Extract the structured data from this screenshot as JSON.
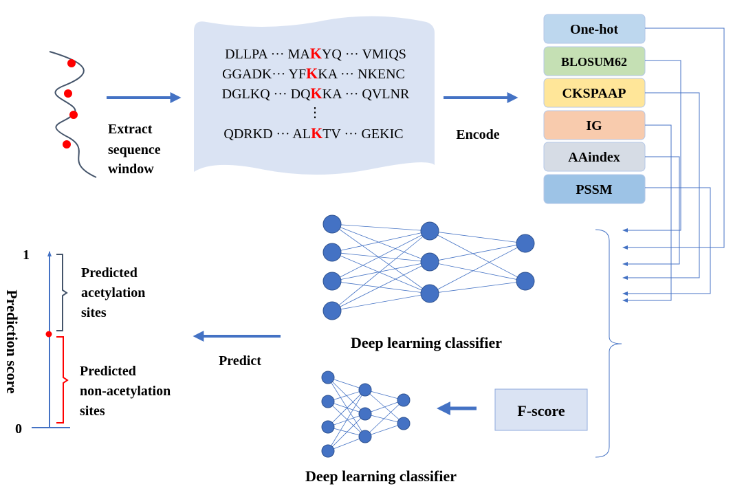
{
  "extract_label": [
    "Extract",
    "sequence",
    "window"
  ],
  "sequences": [
    {
      "left": "DLLPA ··· MA",
      "k": "K",
      "right": "YQ ··· VMIQS"
    },
    {
      "left": "GGADK··· YF",
      "k": "K",
      "right": "KA ··· NKENC"
    },
    {
      "left": "DGLKQ ··· DQ",
      "k": "K",
      "right": "KA ··· QVLNR"
    },
    {
      "left": "QDRKD ··· AL",
      "k": "K",
      "right": "TV ··· GEKIC"
    }
  ],
  "vertical_ellipsis": "⋮",
  "encode_label": "Encode",
  "encodings": [
    {
      "label": "One-hot",
      "color": "#bdd7ee"
    },
    {
      "label": "BLOSUM62",
      "color": "#c5e0b4"
    },
    {
      "label": "CKSPAAP",
      "color": "#ffe699"
    },
    {
      "label": "IG",
      "color": "#f8cbad"
    },
    {
      "label": "AAindex",
      "color": "#d6dce5"
    },
    {
      "label": "PSSM",
      "color": "#9dc3e6"
    }
  ],
  "classifier_top_label": "Deep learning classifier",
  "classifier_bottom_label": "Deep learning classifier",
  "fscore_label": "F-score",
  "predict_label": "Predict",
  "axis": {
    "top": "1",
    "bottom": "0",
    "title": "Prediction score"
  },
  "predicted_acetylation": [
    "Predicted",
    "acetylation",
    "sites"
  ],
  "predicted_non_acetylation": [
    "Predicted",
    "non-acetylation",
    "sites"
  ],
  "colors": {
    "arrow": "#4472c4",
    "node": "#4472c4",
    "marker": "#ff0000",
    "bracket_dark": "#44546a",
    "bracket_red": "#ff0000"
  }
}
